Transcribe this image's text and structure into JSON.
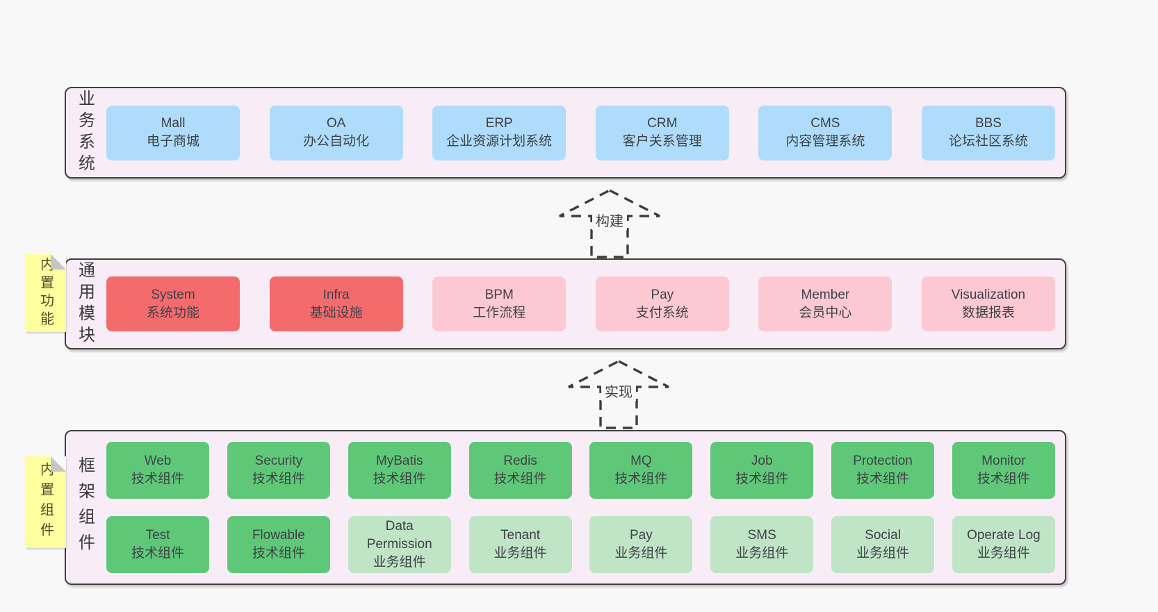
{
  "colors": {
    "page_bg": "#f8f8f8",
    "band_bg": "#f8edf6",
    "band_border": "#404040",
    "blue_node": "#aedcfa",
    "red_node": "#f46b6e",
    "pink_node": "#fcc9d3",
    "green_node": "#5fc878",
    "light_green_node": "#bfe5c6",
    "sticky_yellow": "#fdff9e",
    "text": "#3f4247"
  },
  "layers": [
    {
      "label": "业务系统",
      "rows": [
        [
          {
            "title": "Mall",
            "subtitle": "电子商城",
            "variant": "blue"
          },
          {
            "title": "OA",
            "subtitle": "办公自动化",
            "variant": "blue"
          },
          {
            "title": "ERP",
            "subtitle": "企业资源计划系统",
            "variant": "blue"
          },
          {
            "title": "CRM",
            "subtitle": "客户关系管理",
            "variant": "blue"
          },
          {
            "title": "CMS",
            "subtitle": "内容管理系统",
            "variant": "blue"
          },
          {
            "title": "BBS",
            "subtitle": "论坛社区系统",
            "variant": "blue"
          }
        ]
      ]
    },
    {
      "label": "通用模块",
      "note": "内置功能",
      "rows": [
        [
          {
            "title": "System",
            "subtitle": "系统功能",
            "variant": "red"
          },
          {
            "title": "Infra",
            "subtitle": "基础设施",
            "variant": "red"
          },
          {
            "title": "BPM",
            "subtitle": "工作流程",
            "variant": "pink"
          },
          {
            "title": "Pay",
            "subtitle": "支付系统",
            "variant": "pink"
          },
          {
            "title": "Member",
            "subtitle": "会员中心",
            "variant": "pink"
          },
          {
            "title": "Visualization",
            "subtitle": "数据报表",
            "variant": "pink"
          }
        ]
      ]
    },
    {
      "label": "框架组件",
      "note": "内置组件",
      "rows": [
        [
          {
            "title": "Web",
            "subtitle": "技术组件",
            "variant": "green"
          },
          {
            "title": "Security",
            "subtitle": "技术组件",
            "variant": "green"
          },
          {
            "title": "MyBatis",
            "subtitle": "技术组件",
            "variant": "green"
          },
          {
            "title": "Redis",
            "subtitle": "技术组件",
            "variant": "green"
          },
          {
            "title": "MQ",
            "subtitle": "技术组件",
            "variant": "green"
          },
          {
            "title": "Job",
            "subtitle": "技术组件",
            "variant": "green"
          },
          {
            "title": "Protection",
            "subtitle": "技术组件",
            "variant": "green"
          },
          {
            "title": "Monitor",
            "subtitle": "技术组件",
            "variant": "green"
          }
        ],
        [
          {
            "title": "Test",
            "subtitle": "技术组件",
            "variant": "green"
          },
          {
            "title": "Flowable",
            "subtitle": "技术组件",
            "variant": "green"
          },
          {
            "title": "Data Permission",
            "subtitle": "业务组件",
            "variant": "lightgreen"
          },
          {
            "title": "Tenant",
            "subtitle": "业务组件",
            "variant": "lightgreen"
          },
          {
            "title": "Pay",
            "subtitle": "业务组件",
            "variant": "lightgreen"
          },
          {
            "title": "SMS",
            "subtitle": "业务组件",
            "variant": "lightgreen"
          },
          {
            "title": "Social",
            "subtitle": "业务组件",
            "variant": "lightgreen"
          },
          {
            "title": "Operate Log",
            "subtitle": "业务组件",
            "variant": "lightgreen"
          }
        ]
      ]
    }
  ],
  "arrows": [
    {
      "label": "构建"
    },
    {
      "label": "实现"
    }
  ]
}
